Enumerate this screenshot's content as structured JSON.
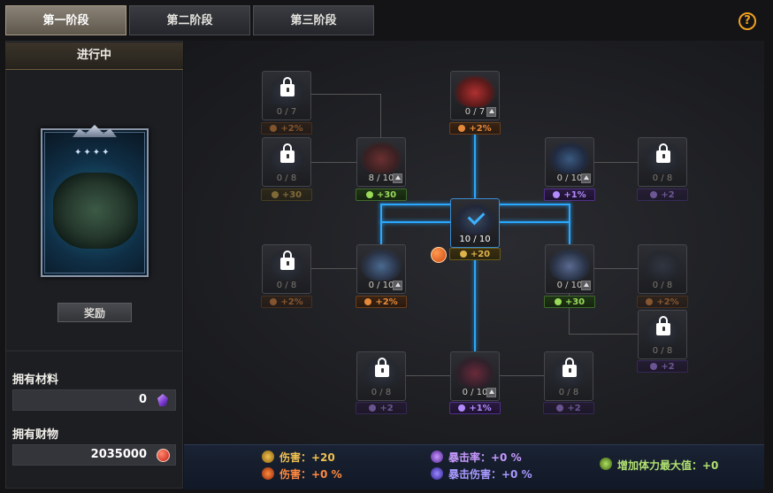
{
  "tabs": [
    {
      "label": "第一阶段",
      "active": true
    },
    {
      "label": "第二阶段",
      "active": false
    },
    {
      "label": "第三阶段",
      "active": false
    }
  ],
  "help_icon": "?",
  "left": {
    "status": "进行中",
    "card_stars": "✦✦✦✦",
    "reward_button": "奖励",
    "materials_label": "拥有材料",
    "materials_value": "0",
    "wealth_label": "拥有财物",
    "wealth_value": "2035000"
  },
  "nodes": {
    "r0c0": {
      "count": "0 / 7",
      "bonus": "+2%",
      "type": "fire",
      "locked": true
    },
    "r0c2": {
      "count": "0 / 7",
      "bonus": "+2%",
      "type": "fire",
      "locked": false
    },
    "r1c0": {
      "count": "0 / 8",
      "bonus": "+30",
      "type": "atk",
      "locked": true
    },
    "r1c1": {
      "count": "8 / 10",
      "bonus": "+30",
      "type": "hp",
      "locked": false
    },
    "r1c3": {
      "count": "0 / 10",
      "bonus": "+1%",
      "type": "crit",
      "locked": false
    },
    "r1c4": {
      "count": "0 / 8",
      "bonus": "+2",
      "type": "crit",
      "locked": true
    },
    "center": {
      "count": "10 / 10",
      "bonus": "+20",
      "type": "atk",
      "locked": false
    },
    "r2c0": {
      "count": "0 / 8",
      "bonus": "+2%",
      "type": "fire",
      "locked": true
    },
    "r2c1": {
      "count": "0 / 10",
      "bonus": "+2%",
      "type": "fire",
      "locked": false
    },
    "r2c3": {
      "count": "0 / 10",
      "bonus": "+30",
      "type": "hp",
      "locked": false
    },
    "r2c4": {
      "count": "0 / 8",
      "bonus": "+2%",
      "type": "fire",
      "locked": false
    },
    "r3c4": {
      "count": "0 / 8",
      "bonus": "+2",
      "type": "crit",
      "locked": true
    },
    "r4c1": {
      "count": "0 / 8",
      "bonus": "+2",
      "type": "crit",
      "locked": true
    },
    "r4c2": {
      "count": "0 / 10",
      "bonus": "+1%",
      "type": "crit",
      "locked": false
    },
    "r4c3": {
      "count": "0 / 8",
      "bonus": "+2",
      "type": "crit",
      "locked": true
    }
  },
  "stats": {
    "damage": "伤害：+20",
    "damage_pct": "伤害：+0 %",
    "crit_rate": "暴击率：+0 %",
    "crit_damage": "暴击伤害：+0 %",
    "max_stamina": "增加体力最大值：+0"
  },
  "colors": {
    "link_active": "#2aa8ff",
    "accent_orange": "#f0a020",
    "fire": "#e58a3a",
    "atk": "#e0b24a",
    "hp": "#9adb5a",
    "crit": "#b48aff"
  }
}
